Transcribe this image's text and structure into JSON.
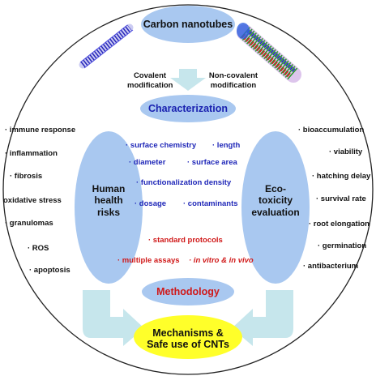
{
  "top": {
    "title": "Carbon nanotubes",
    "covalent": [
      "Covalent",
      "modification"
    ],
    "noncovalent": [
      "Non-covalent",
      "modification"
    ]
  },
  "characterization": "Characterization",
  "methodology": "Methodology",
  "bottom": [
    "Mechanisms &",
    "Safe use of CNTs"
  ],
  "left_ellipse": [
    "Human",
    "health",
    "risks"
  ],
  "right_ellipse": [
    "Eco-",
    "toxicity",
    "evaluation"
  ],
  "left_list": [
    "· immune response",
    "· inflammation",
    "· fibrosis",
    "oxidative stress",
    "· granulomas",
    "· ROS",
    "· apoptosis"
  ],
  "right_list": [
    "· bioaccumulation",
    "· viability",
    "· hatching delay",
    "· survival rate",
    "· root elongation",
    "· germination",
    "· antibacterium"
  ],
  "blue_items": {
    "surface_chemistry": "· surface chemistry",
    "length": "· length",
    "diameter": "· diameter",
    "surface_area": "· surface area",
    "functionalization": "· functionalization density",
    "dosage": "· dosage",
    "contaminants": "· contaminants"
  },
  "red_items": {
    "standard_protocols": "· standard protocols",
    "multiple_assays": "· multiple assays",
    "in_vitro": "· in vitro & in vivo"
  },
  "colors": {
    "ellipse_fill": "#a9c8f0",
    "bottom_fill": "#ffff2a",
    "arrow_fill": "#c6e6ec",
    "blue_text": "#1f27b8",
    "red_text": "#d01818"
  }
}
